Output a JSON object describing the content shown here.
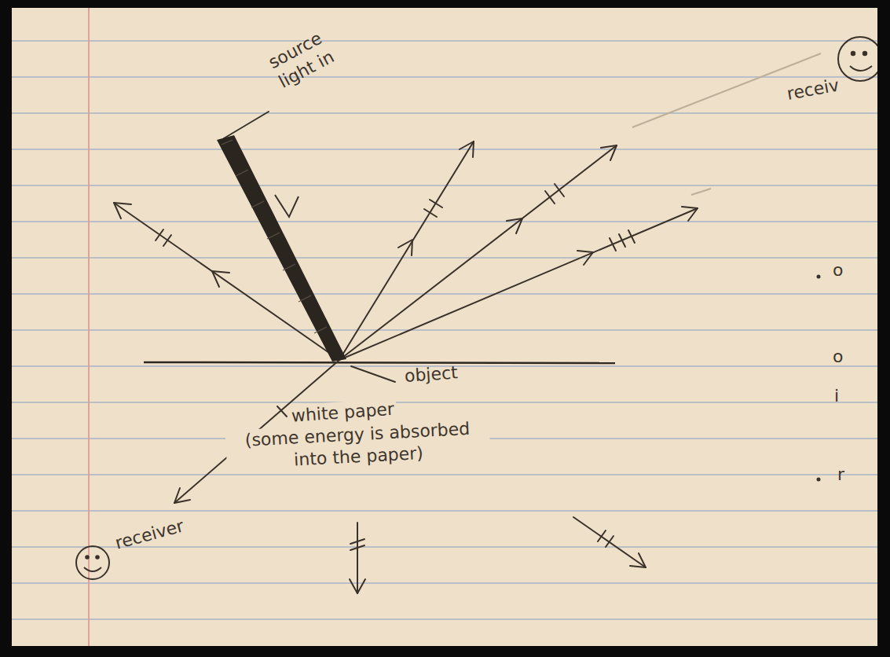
{
  "diagram": {
    "labels": [
      "source light in",
      "object",
      "white paper",
      "(some energy is absorbed into the paper)",
      "receiver",
      "receiv",
      "o",
      "o",
      "i",
      "r"
    ]
  }
}
